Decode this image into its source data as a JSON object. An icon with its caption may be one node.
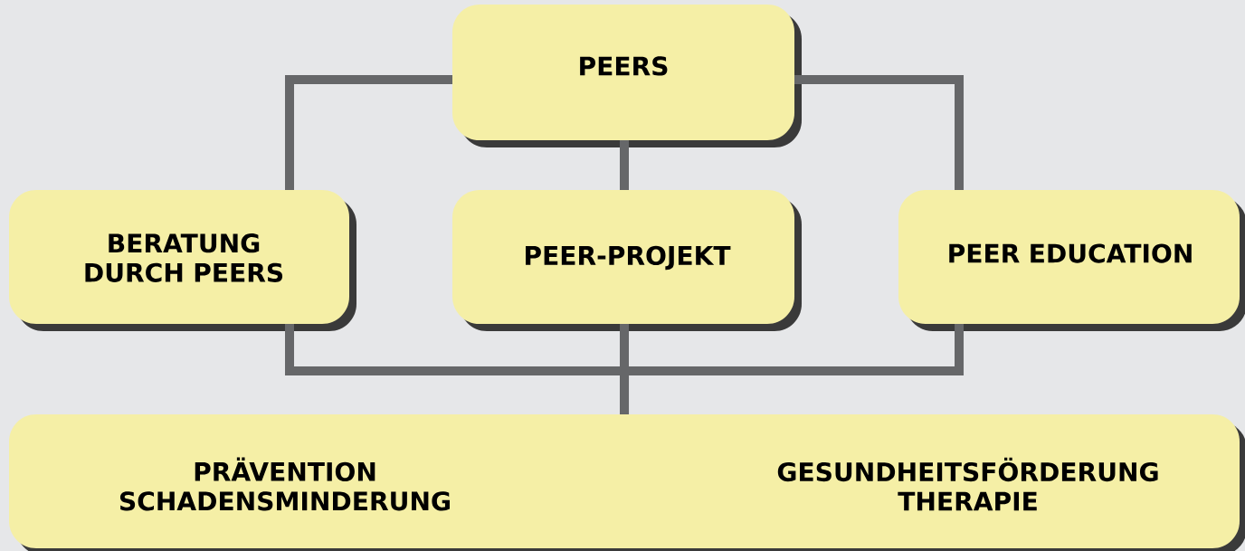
{
  "diagram": {
    "nodes": [
      {
        "text": [
          "PEERS"
        ]
      },
      {
        "text": [
          "BERATUNG DURCH PEERS"
        ]
      },
      {
        "text": [
          "PEER-PROJEKT"
        ]
      },
      {
        "text": [
          "PEER EDUCATION"
        ]
      },
      {
        "text": [
          "PRÄVENTION SCHADENSMINDERUNG",
          "GESUNDHEITSFÖRDERUNG THERAPIE"
        ]
      }
    ],
    "edges": [
      {
        "from": 0,
        "to": 1,
        "arrow": "none"
      },
      {
        "from": 0,
        "to": 2,
        "arrow": "none"
      },
      {
        "from": 0,
        "to": 3,
        "arrow": "none"
      },
      {
        "from": 1,
        "to": 4,
        "arrow": "none"
      },
      {
        "from": 2,
        "to": 4,
        "arrow": "none"
      },
      {
        "from": 3,
        "to": 4,
        "arrow": "none"
      }
    ]
  }
}
